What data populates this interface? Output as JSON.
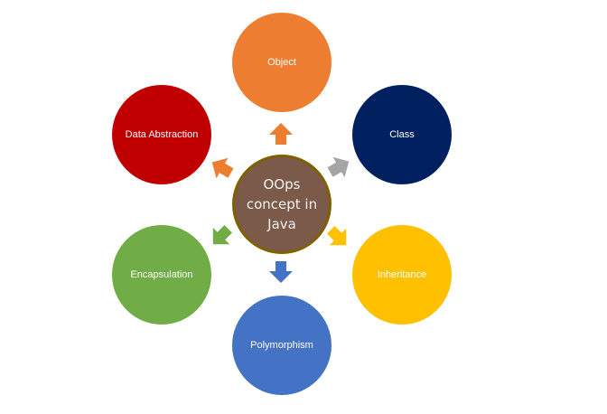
{
  "center": {
    "label": "OOps concept in Java",
    "color": "#7b5a4a",
    "border": "#7f6000"
  },
  "nodes": [
    {
      "id": "object",
      "label": "Object",
      "color": "#ed7d31"
    },
    {
      "id": "class",
      "label": "Class",
      "color": "#002060"
    },
    {
      "id": "inheritance",
      "label": "Inheritance",
      "color": "#ffc000"
    },
    {
      "id": "polymorphism",
      "label": "Polymorphism",
      "color": "#4472c4"
    },
    {
      "id": "encapsulation",
      "label": "Encapsulation",
      "color": "#70ad47"
    },
    {
      "id": "abstraction",
      "label": "Data Abstraction",
      "color": "#c00000"
    }
  ],
  "arrows": [
    {
      "to": "object",
      "color": "#ed7d31"
    },
    {
      "to": "class",
      "color": "#a5a5a5"
    },
    {
      "to": "inheritance",
      "color": "#ffc000"
    },
    {
      "to": "polymorphism",
      "color": "#4472c4"
    },
    {
      "to": "encapsulation",
      "color": "#70ad47"
    },
    {
      "to": "abstraction",
      "color": "#ed7d31"
    }
  ]
}
